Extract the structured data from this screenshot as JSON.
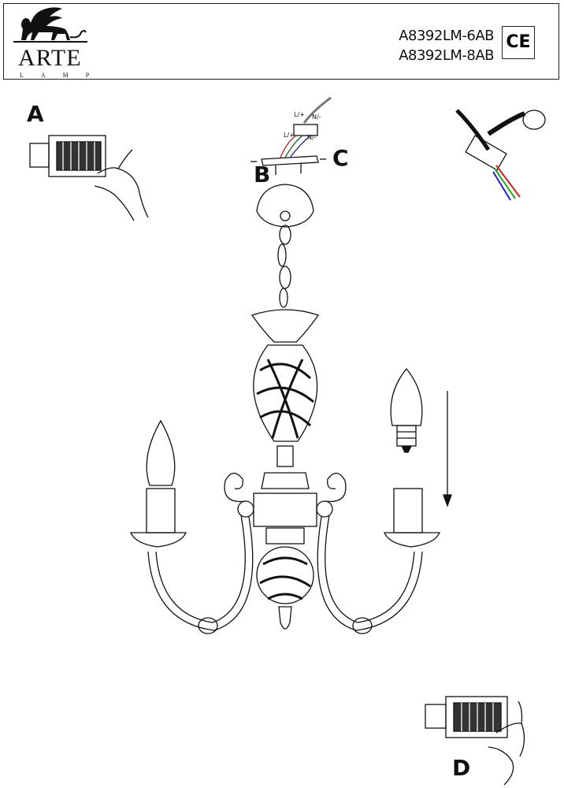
{
  "header": {
    "brand": "ARTE",
    "brand_sub": [
      "L",
      "A",
      "M",
      "P"
    ],
    "models": [
      "A8392LM-6AB",
      "A8392LM-8AB"
    ],
    "certification": "CE"
  },
  "steps": {
    "a": "A",
    "b": "B",
    "c": "C",
    "d": "D"
  },
  "terminal_labels": {
    "live": "L/+",
    "neutral": "N/-"
  }
}
